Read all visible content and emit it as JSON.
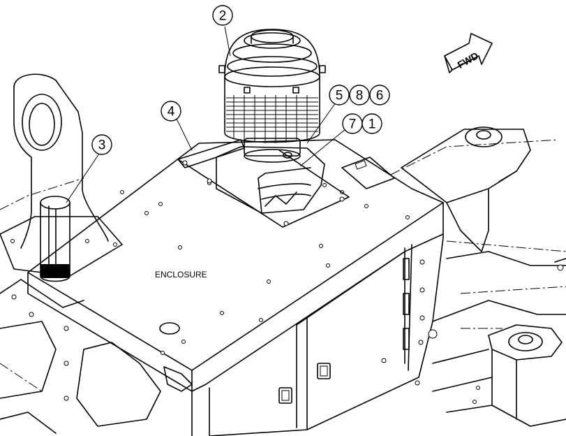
{
  "labels": {
    "enclosure": "ENCLOSURE",
    "forward_arrow": "FWD"
  },
  "callouts": [
    "2",
    "4",
    "5",
    "8",
    "6",
    "7",
    "1",
    "3"
  ]
}
